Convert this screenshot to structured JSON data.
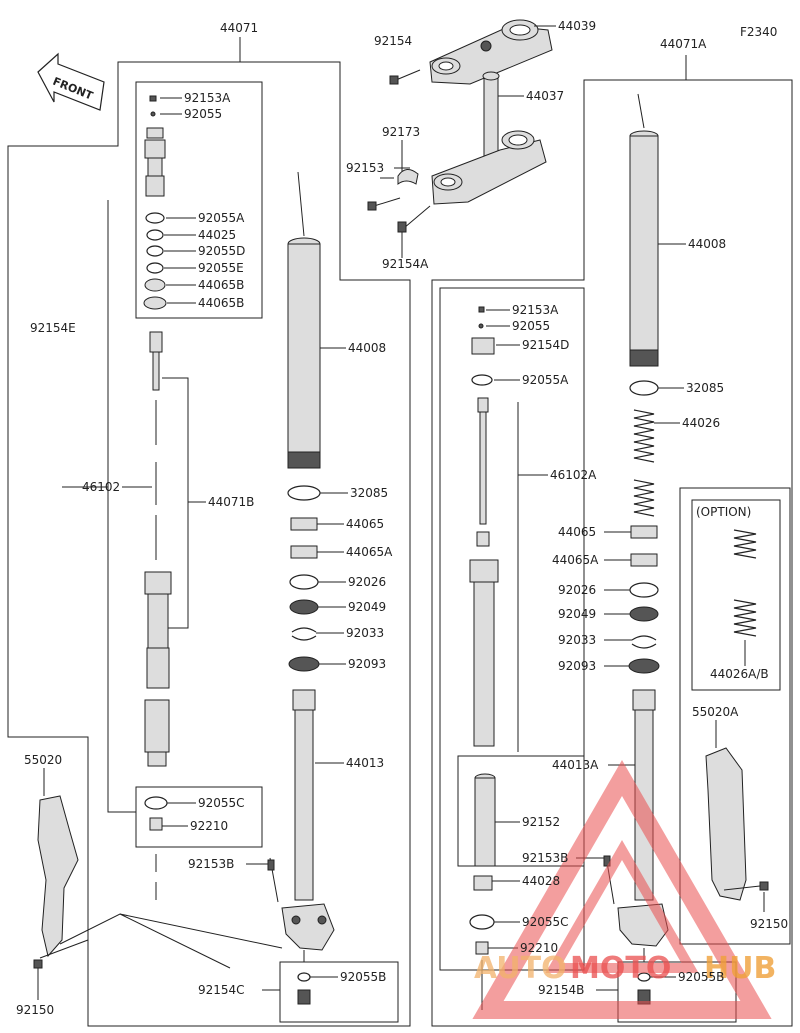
{
  "figure_code": "F2340",
  "front_label": "FRONT",
  "option_label": "(OPTION)",
  "watermark": {
    "text_a": "AUTO",
    "text_b": "MOTO",
    "text_c": "HUB",
    "color_a": "#f2b26b",
    "color_b": "#ea4f4f",
    "color_c": "#f0a13a"
  },
  "labels": {
    "p44071": "44071",
    "p44071a": "44071A",
    "p44039": "44039",
    "p92154_top": "92154",
    "p44037": "44037",
    "p92173": "92173",
    "p92153_top": "92153",
    "p92154a": "92154A",
    "l92153a": "92153A",
    "l92055": "92055",
    "l92055a": "92055A",
    "l44025": "44025",
    "l92055d": "92055D",
    "l92055e": "92055E",
    "l44065b_1": "44065B",
    "l44065b_2": "44065B",
    "l92154e": "92154E",
    "l46102": "46102",
    "l44071b": "44071B",
    "l44008": "44008",
    "l32085": "32085",
    "l44065": "44065",
    "l44065a": "44065A",
    "l92026": "92026",
    "l92049": "92049",
    "l92033": "92033",
    "l92093": "92093",
    "l44013": "44013",
    "l55020": "55020",
    "l92055c": "92055C",
    "l92210": "92210",
    "l92153b": "92153B",
    "l92154c": "92154C",
    "l92055b": "92055B",
    "l92150": "92150",
    "r92153a": "92153A",
    "r92055": "92055",
    "r92154d": "92154D",
    "r92055a": "92055A",
    "r44008": "44008",
    "r32085": "32085",
    "r44026": "44026",
    "r46102a": "46102A",
    "r44065": "44065",
    "r44065a": "44065A",
    "r92026": "92026",
    "r92049": "92049",
    "r92033": "92033",
    "r92093": "92093",
    "r44026ab": "44026A/B",
    "r55020a": "55020A",
    "r44013a": "44013A",
    "r92152": "92152",
    "r92153b": "92153B",
    "r44028": "44028",
    "r92055c": "92055C",
    "r92210": "92210",
    "r92150": "92150",
    "r92154b": "92154B",
    "r92055b": "92055B"
  }
}
